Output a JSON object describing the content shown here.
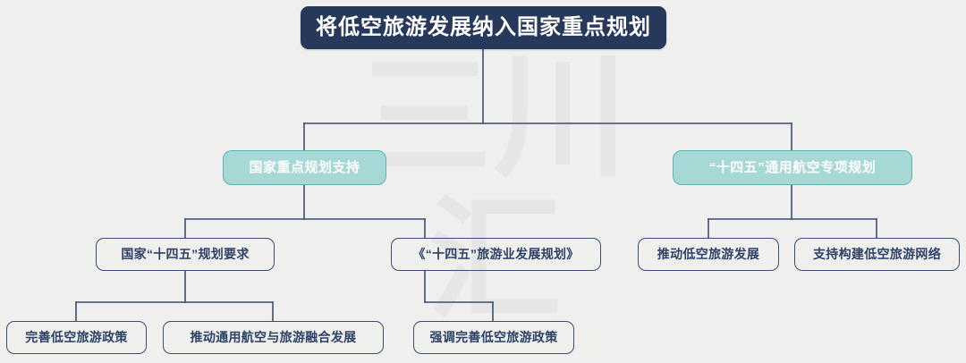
{
  "page": {
    "background_color": "#efefee",
    "watermark": {
      "line1": "三川",
      "line2": "汇",
      "color": "#e6e6e5"
    }
  },
  "colors": {
    "root_fill": "#27395b",
    "root_text": "#ffffff",
    "teal_fill": "#a6d8d6",
    "teal_border": "#5fb3b0",
    "teal_text": "#ffffff",
    "node_border": "#3a4d72",
    "node_text": "#2e4166",
    "connector": "#3a4d72"
  },
  "diagram": {
    "type": "tree",
    "orientation": "top-down",
    "root": {
      "id": "root",
      "label": "将低空旅游发展纳入国家重点规划"
    },
    "level2": [
      {
        "id": "l2-left",
        "label": "国家重点规划支持"
      },
      {
        "id": "l2-right",
        "label": "“十四五”通用航空专项规划"
      }
    ],
    "level3": [
      {
        "id": "l3-a",
        "label": "国家“十四五”规划要求",
        "parent": "l2-left"
      },
      {
        "id": "l3-b",
        "label": "《“十四五”旅游业发展规划》",
        "parent": "l2-left"
      },
      {
        "id": "l3-c",
        "label": "推动低空旅游发展",
        "parent": "l2-right"
      },
      {
        "id": "l3-d",
        "label": "支持构建低空旅游网络",
        "parent": "l2-right"
      }
    ],
    "level4": [
      {
        "id": "l4-a",
        "label": "完善低空旅游政策",
        "parent": "l3-a"
      },
      {
        "id": "l4-b",
        "label": "推动通用航空与旅游融合发展",
        "parent": "l3-a"
      },
      {
        "id": "l4-c",
        "label": "强调完善低空旅游政策",
        "parent": "l3-b"
      }
    ]
  }
}
